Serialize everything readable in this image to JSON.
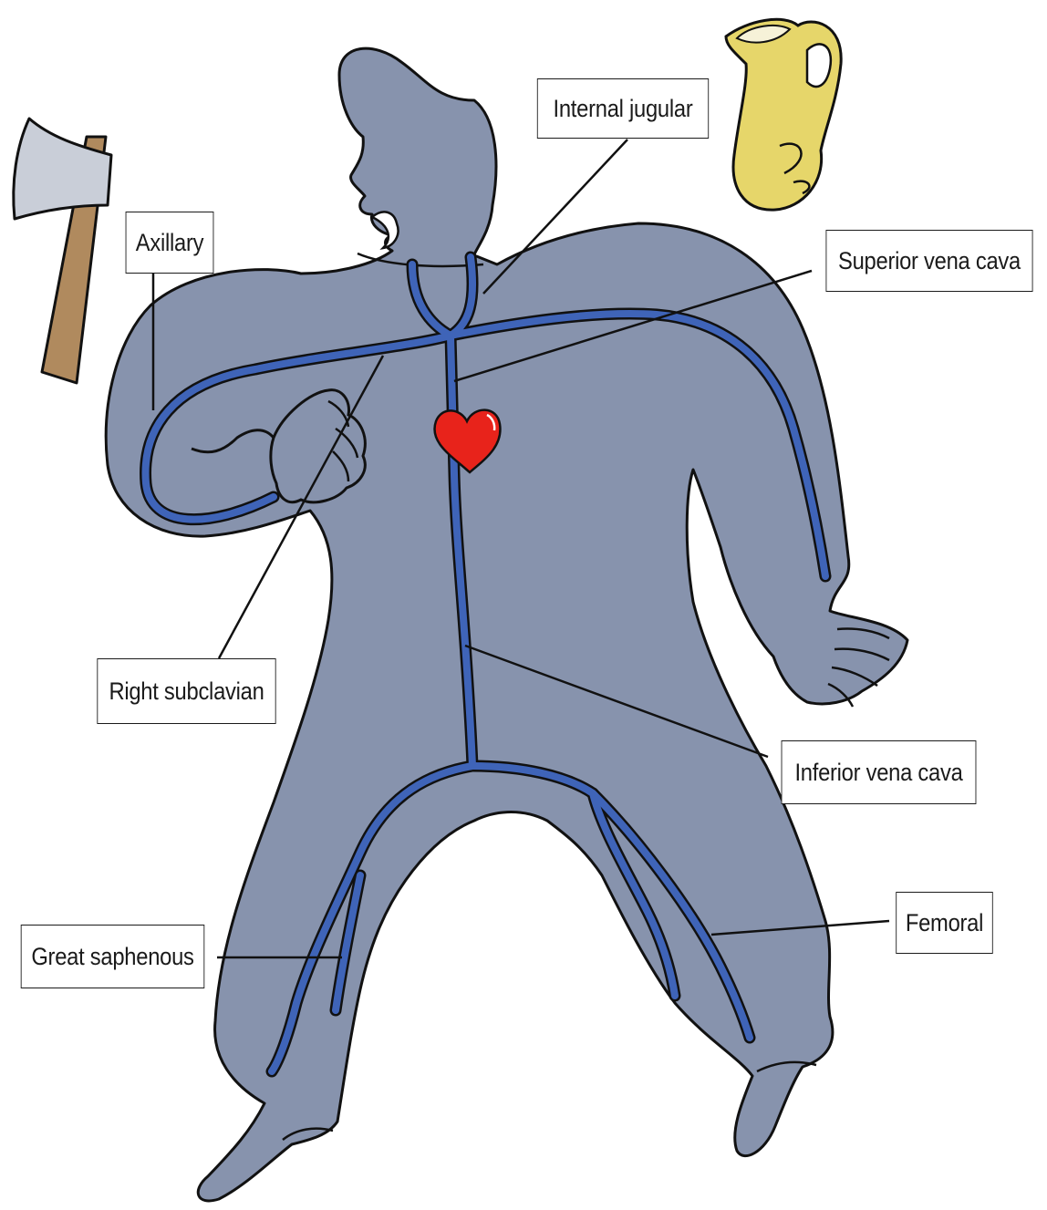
{
  "labels": {
    "internal_jugular": "Internal jugular",
    "axillary": "Axillary",
    "superior_vena_cava": "Superior vena cava",
    "right_subclavian": "Right subclavian",
    "inferior_vena_cava": "Inferior vena cava",
    "great_saphenous": "Great saphenous",
    "femoral": "Femoral"
  },
  "colors": {
    "body_fill": "#8793ad",
    "vein": "#3f64b8",
    "outline": "#111111",
    "heart": "#e8231b",
    "jug": "#e6d66a",
    "axe_head": "#c9ced8",
    "axe_handle": "#b08a5e"
  },
  "icons": {
    "axe": "axe-icon",
    "jug": "jug-icon",
    "heart": "heart-icon"
  }
}
